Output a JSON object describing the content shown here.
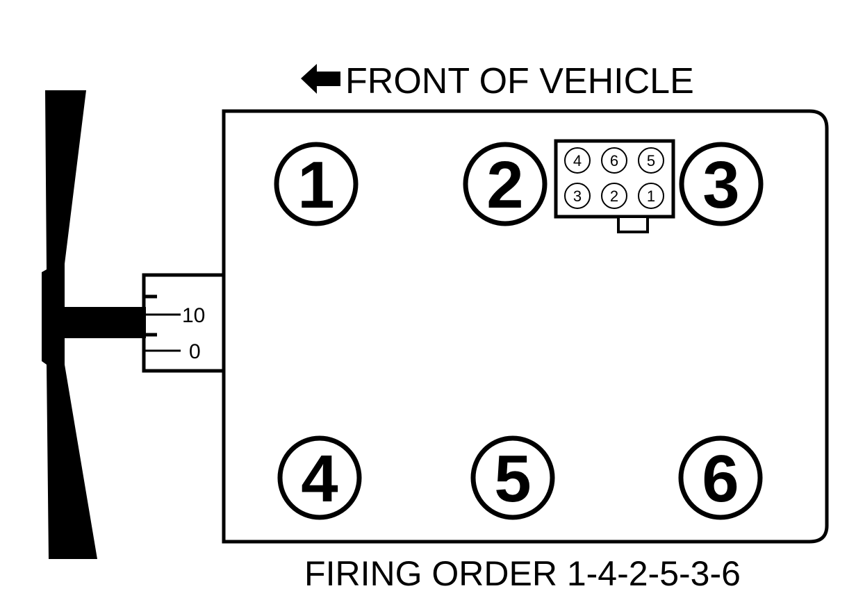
{
  "header": {
    "front_label": "FRONT OF VEHICLE"
  },
  "footer": {
    "firing_order": "FIRING ORDER 1-4-2-5-3-6"
  },
  "cylinders": [
    "1",
    "2",
    "3",
    "4",
    "5",
    "6"
  ],
  "coil_pack": {
    "top_row": [
      "4",
      "6",
      "5"
    ],
    "bottom_row": [
      "3",
      "2",
      "1"
    ]
  },
  "timing_scale": {
    "marks": [
      "10",
      "0"
    ]
  }
}
